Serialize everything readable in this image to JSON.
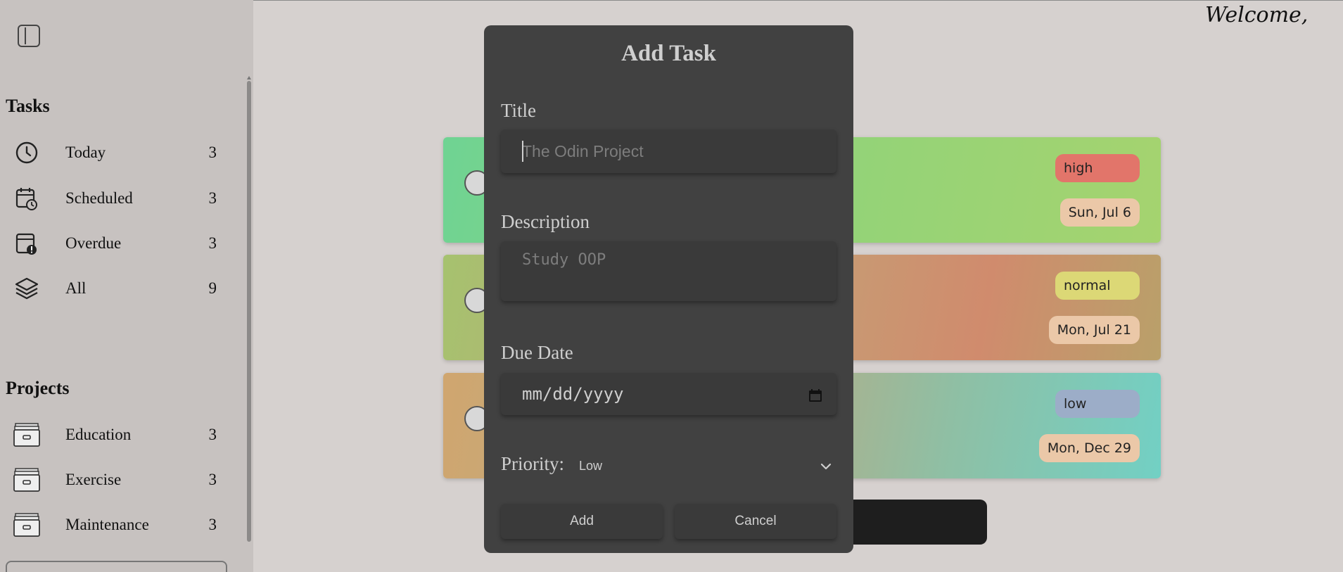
{
  "header": {
    "welcome": "Welcome,",
    "heading_fragment": "e"
  },
  "sidebar": {
    "tasks_title": "Tasks",
    "tasks": [
      {
        "label": "Today",
        "count": "3",
        "icon": "clock-icon"
      },
      {
        "label": "Scheduled",
        "count": "3",
        "icon": "calendar-clock-icon"
      },
      {
        "label": "Overdue",
        "count": "3",
        "icon": "calendar-alert-icon"
      },
      {
        "label": "All",
        "count": "9",
        "icon": "layers-icon"
      }
    ],
    "projects_title": "Projects",
    "projects": [
      {
        "label": "Education",
        "count": "3",
        "icon": "cabinet-icon"
      },
      {
        "label": "Exercise",
        "count": "3",
        "icon": "cabinet-icon"
      },
      {
        "label": "Maintenance",
        "count": "3",
        "icon": "cabinet-icon"
      }
    ]
  },
  "task_cards": [
    {
      "priority": "high",
      "date": "Sun, Jul 6",
      "priority_color": "#e2756a",
      "date_color": "#ebc8a8"
    },
    {
      "priority": "normal",
      "date": "Mon, Jul 21",
      "priority_color": "#dcd876",
      "date_color": "#ebc8a8"
    },
    {
      "priority": "low",
      "date": "Mon, Dec 29",
      "priority_color": "#9cadc8",
      "date_color": "#ebc8a8"
    }
  ],
  "modal": {
    "title": "Add Task",
    "title_label": "Title",
    "title_placeholder": "The Odin Project",
    "description_label": "Description",
    "description_placeholder": "Study OOP",
    "due_date_label": "Due Date",
    "due_date_value": "mm/dd/yyyy",
    "priority_label": "Priority:",
    "priority_value": "Low",
    "add_label": "Add",
    "cancel_label": "Cancel"
  }
}
